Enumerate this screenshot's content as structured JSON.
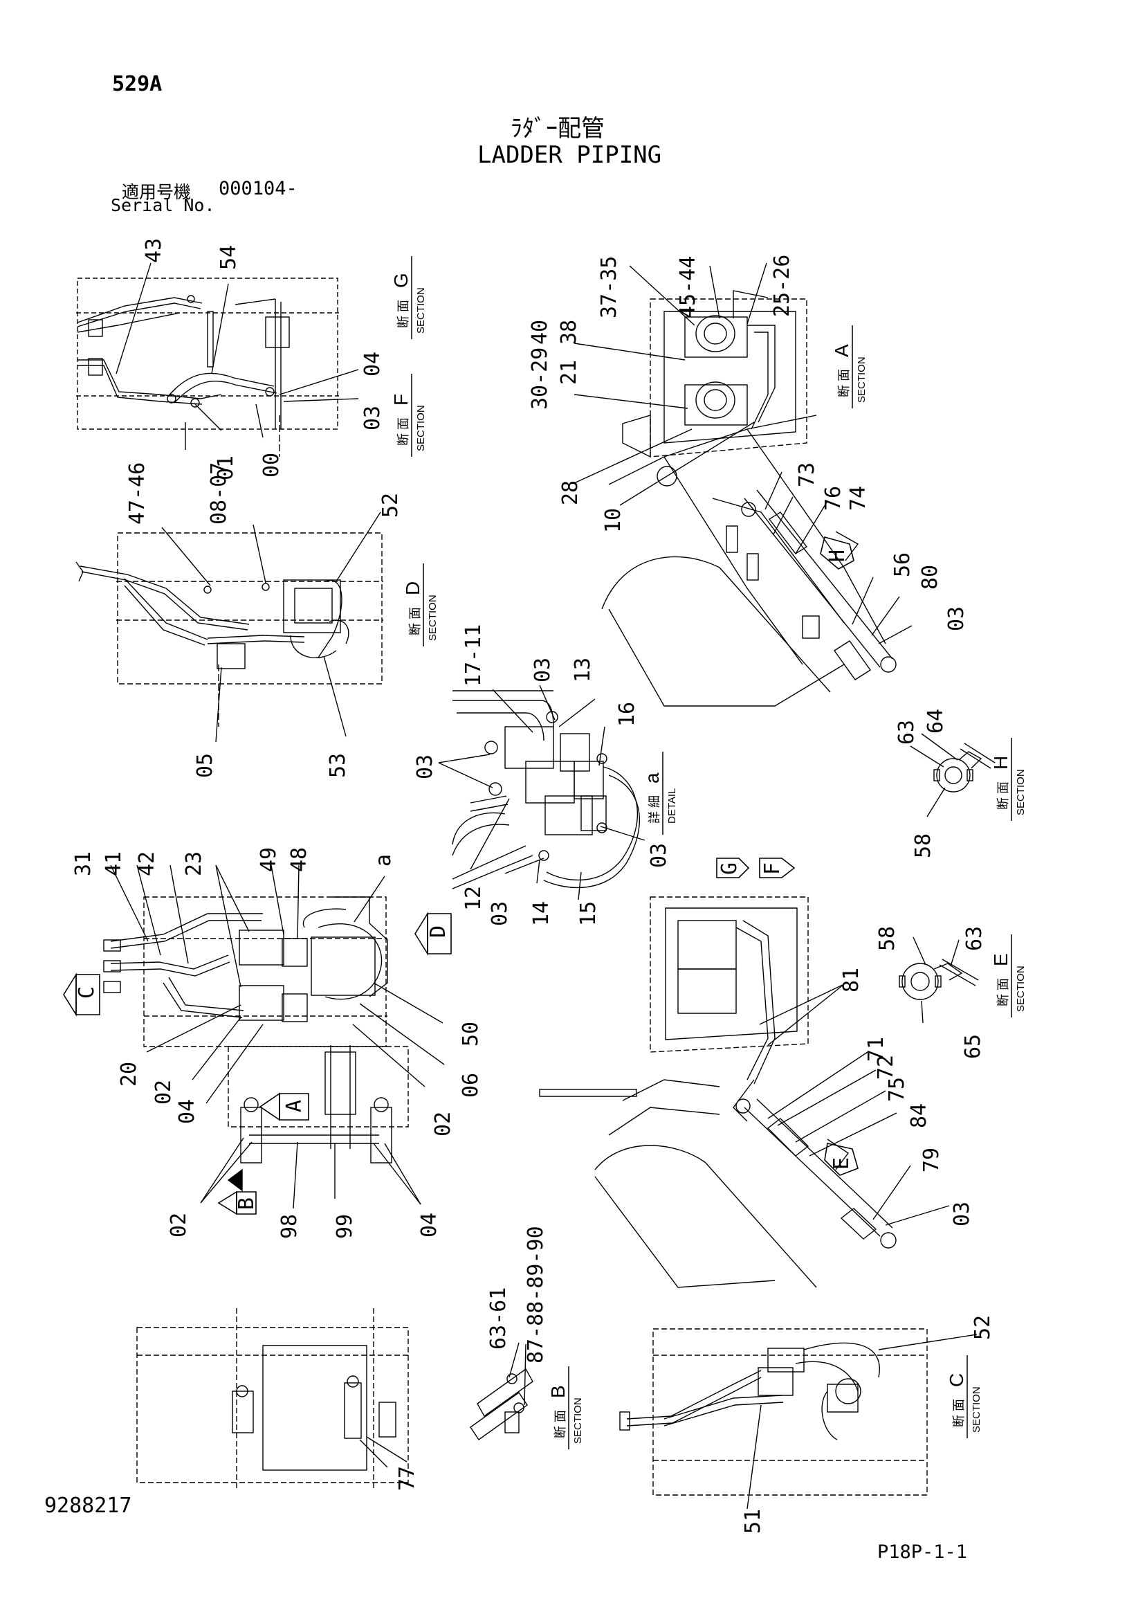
{
  "header": {
    "page_code": "529A",
    "title_jp": "ﾗﾀﾞｰ配管",
    "title_en": "LADDER PIPING",
    "serial_label_jp": "適用号機",
    "serial_value": "000104-",
    "serial_label_en": "Serial No."
  },
  "footer": {
    "doc_number": "9288217",
    "page_ref": "P18P-1-1"
  },
  "sections": [
    {
      "id": "G",
      "jp": "断 面",
      "en": "SECTION",
      "letter": "G"
    },
    {
      "id": "F",
      "jp": "断 面",
      "en": "SECTION",
      "letter": "F"
    },
    {
      "id": "A",
      "jp": "断 面",
      "en": "SECTION",
      "letter": "A"
    },
    {
      "id": "D",
      "jp": "断 面",
      "en": "SECTION",
      "letter": "D"
    },
    {
      "id": "a",
      "jp": "詳 細",
      "en": "DETAIL",
      "letter": "a"
    },
    {
      "id": "H",
      "jp": "断 面",
      "en": "SECTION",
      "letter": "H"
    },
    {
      "id": "E",
      "jp": "断 面",
      "en": "SECTION",
      "letter": "E"
    },
    {
      "id": "B",
      "jp": "断 面",
      "en": "SECTION",
      "letter": "B"
    },
    {
      "id": "C",
      "jp": "断 面",
      "en": "SECTION",
      "letter": "C"
    }
  ],
  "view_markers": [
    "C",
    "D",
    "A",
    "B",
    "G",
    "F",
    "H",
    "E"
  ],
  "detail_marker": "a",
  "part_labels": [
    "43",
    "54",
    "04",
    "03",
    "01",
    "00",
    "37-35",
    "45-44",
    "25-26",
    "40",
    "38",
    "30-29",
    "21",
    "28",
    "10",
    "73",
    "76",
    "74",
    "56",
    "80",
    "03",
    "47-46",
    "08-07",
    "52",
    "05",
    "53",
    "17-11",
    "03",
    "13",
    "16",
    "03",
    "03",
    "12",
    "03",
    "14",
    "15",
    "64",
    "63",
    "58",
    "31",
    "41",
    "42",
    "23",
    "49",
    "48",
    "a",
    "20",
    "02",
    "04",
    "50",
    "06",
    "02",
    "02",
    "98",
    "99",
    "04",
    "58",
    "63",
    "65",
    "81",
    "71",
    "72",
    "75",
    "84",
    "79",
    "03",
    "63-61",
    "87-88-89-90",
    "77",
    "52",
    "51"
  ]
}
